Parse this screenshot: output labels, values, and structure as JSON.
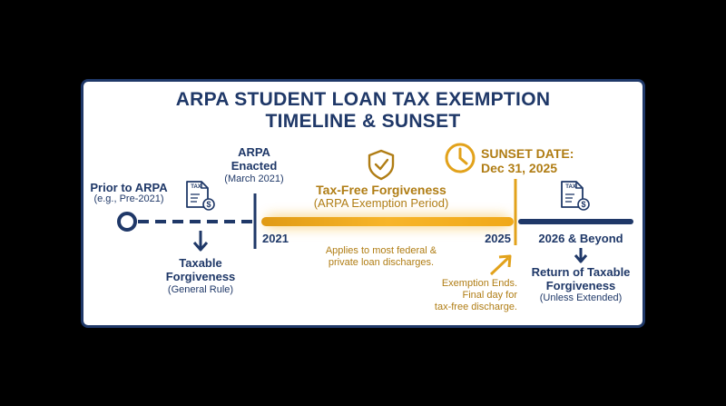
{
  "title": {
    "line1": "ARPA STUDENT LOAN TAX EXEMPTION",
    "line2": "TIMELINE & SUNSET"
  },
  "prior": {
    "label": "Prior to ARPA",
    "sub": "(e.g., Pre-2021)",
    "outcome": "Taxable",
    "outcome2": "Forgiveness",
    "outcome_sub": "(General Rule)"
  },
  "enacted": {
    "label1": "ARPA",
    "label2": "Enacted",
    "sub": "(March 2021)"
  },
  "period": {
    "title": "Tax-Free Forgiveness",
    "sub": "(ARPA Exemption Period)",
    "start_year": "2021",
    "end_year": "2025",
    "note1": "Applies to most federal &",
    "note2": "private loan discharges."
  },
  "sunset": {
    "label1": "SUNSET DATE:",
    "label2": "Dec 31, 2025",
    "ends1": "Exemption Ends.",
    "ends2": "Final day for",
    "ends3": "tax-free discharge."
  },
  "beyond": {
    "label": "2026 & Beyond",
    "outcome1": "Return of Taxable",
    "outcome2": "Forgiveness",
    "outcome_sub": "(Unless Extended)"
  },
  "icons": {
    "tax_doc": "TAX",
    "currency": "$"
  },
  "colors": {
    "navy": "#1f3868",
    "gold": "#b07d14",
    "amber": "#f2a516"
  }
}
